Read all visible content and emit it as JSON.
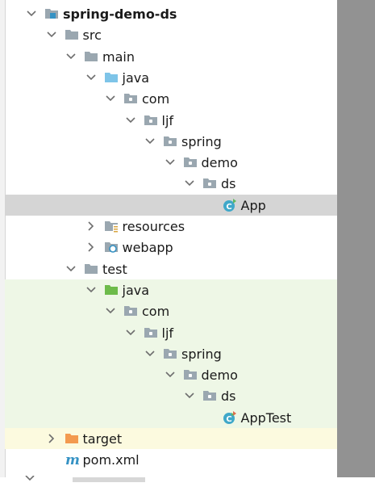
{
  "colors": {
    "selection": "#d5d5d5",
    "test_source_bg": "#eef7e6",
    "excluded_bg": "#fcfadf",
    "folder_gray": "#9aa7b0",
    "source_root": "#7ec4e8",
    "test_root": "#6dbb4a",
    "target_orange": "#f39a4f",
    "module_blue": "#3592c4",
    "maven_blue": "#3592c4",
    "class_teal": "#3fa8c9"
  },
  "tree": [
    {
      "label": "spring-demo-ds",
      "icon": "module-folder-icon",
      "expanded": true,
      "level": 0,
      "bold": true
    },
    {
      "label": "src",
      "icon": "folder-icon",
      "expanded": true,
      "level": 1
    },
    {
      "label": "main",
      "icon": "folder-icon",
      "expanded": true,
      "level": 2
    },
    {
      "label": "java",
      "icon": "source-root-folder-icon",
      "expanded": true,
      "level": 3
    },
    {
      "label": "com",
      "icon": "package-icon",
      "expanded": true,
      "level": 4
    },
    {
      "label": "ljf",
      "icon": "package-icon",
      "expanded": true,
      "level": 5
    },
    {
      "label": "spring",
      "icon": "package-icon",
      "expanded": true,
      "level": 6
    },
    {
      "label": "demo",
      "icon": "package-icon",
      "expanded": true,
      "level": 7
    },
    {
      "label": "ds",
      "icon": "package-icon",
      "expanded": true,
      "level": 8
    },
    {
      "label": "App",
      "icon": "java-class-icon",
      "level": 9,
      "selected": true
    },
    {
      "label": "resources",
      "icon": "resources-folder-icon",
      "expanded": false,
      "level": 3
    },
    {
      "label": "webapp",
      "icon": "web-folder-icon",
      "expanded": false,
      "level": 3
    },
    {
      "label": "test",
      "icon": "folder-icon",
      "expanded": true,
      "level": 2
    },
    {
      "label": "java",
      "icon": "test-root-folder-icon",
      "expanded": true,
      "level": 3
    },
    {
      "label": "com",
      "icon": "package-icon",
      "expanded": true,
      "level": 4
    },
    {
      "label": "ljf",
      "icon": "package-icon",
      "expanded": true,
      "level": 5
    },
    {
      "label": "spring",
      "icon": "package-icon",
      "expanded": true,
      "level": 6
    },
    {
      "label": "demo",
      "icon": "package-icon",
      "expanded": true,
      "level": 7
    },
    {
      "label": "ds",
      "icon": "package-icon",
      "expanded": true,
      "level": 8
    },
    {
      "label": "AppTest",
      "icon": "java-test-class-icon",
      "level": 9
    },
    {
      "label": "target",
      "icon": "excluded-folder-icon",
      "expanded": false,
      "level": 1
    },
    {
      "label": "pom.xml",
      "icon": "maven-icon",
      "level": 1
    }
  ]
}
